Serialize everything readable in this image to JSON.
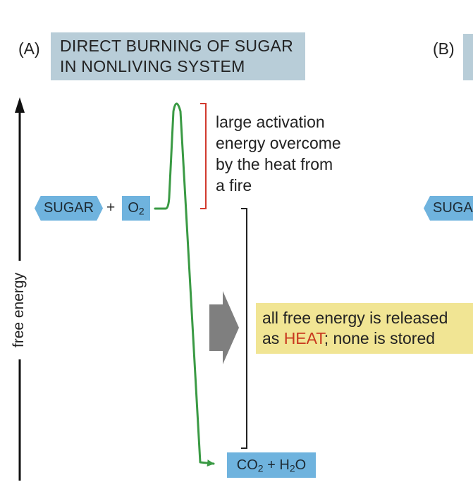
{
  "panel_a": {
    "letter": "(A)",
    "title_line1": "DIRECT BURNING OF SUGAR",
    "title_line2": "IN NONLIVING SYSTEM"
  },
  "panel_b": {
    "letter": "(B)",
    "sugar_partial": "SUGA"
  },
  "axis": {
    "label": "free energy"
  },
  "reactants": {
    "sugar": "SUGAR",
    "plus": "+",
    "oxygen_base": "O",
    "oxygen_sub": "2"
  },
  "products": {
    "co2_base": "CO",
    "co2_sub": "2",
    "plus": " + ",
    "h2o_base": "H",
    "h2o_sub": "2",
    "h2o_end": "O"
  },
  "activation_note": {
    "lines": [
      "large activation",
      "energy overcome",
      "by the heat from",
      "a fire"
    ]
  },
  "release_note": {
    "line1": "all free energy is released",
    "line2_prefix": "as ",
    "line2_heat": "HEAT",
    "line2_suffix": "; none is stored"
  },
  "colors": {
    "title_bg": "#b8cdd8",
    "molecule_bg": "#6fb3de",
    "path_green": "#3a9a44",
    "bracket_red": "#d23a2e",
    "heat_red": "#c8381e",
    "note_bg": "#f1e594",
    "arrow_gray": "#7f7f7f"
  }
}
